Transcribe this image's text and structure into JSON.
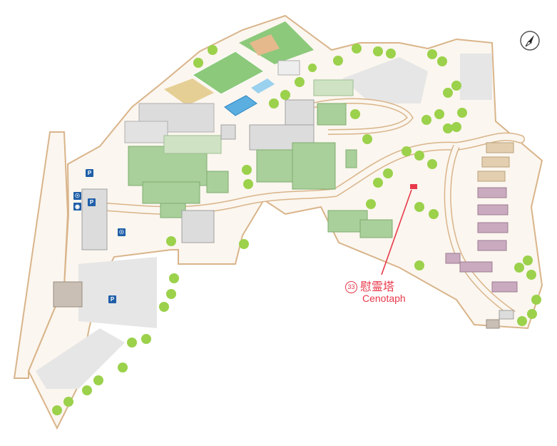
{
  "marker": {
    "number": "33",
    "name_jp": "慰霊塔",
    "name_en": "Cenotaph",
    "color": "#e8394a"
  },
  "legend_icons": {
    "parking": "P",
    "bicycle_parking": "bicycle-icon",
    "motorcycle_parking": "motorcycle-icon"
  },
  "compass": "compass-icon",
  "colors": {
    "road_outline": "#d9b48a",
    "road_fill": "#fbf6ef",
    "building_green": "#a9cf9b",
    "building_gray": "#dcdcdc",
    "housing_purple": "#c9aabf",
    "field_green": "#8cc97b",
    "pool_blue": "#5aaee0",
    "tree": "#9bd14b"
  }
}
